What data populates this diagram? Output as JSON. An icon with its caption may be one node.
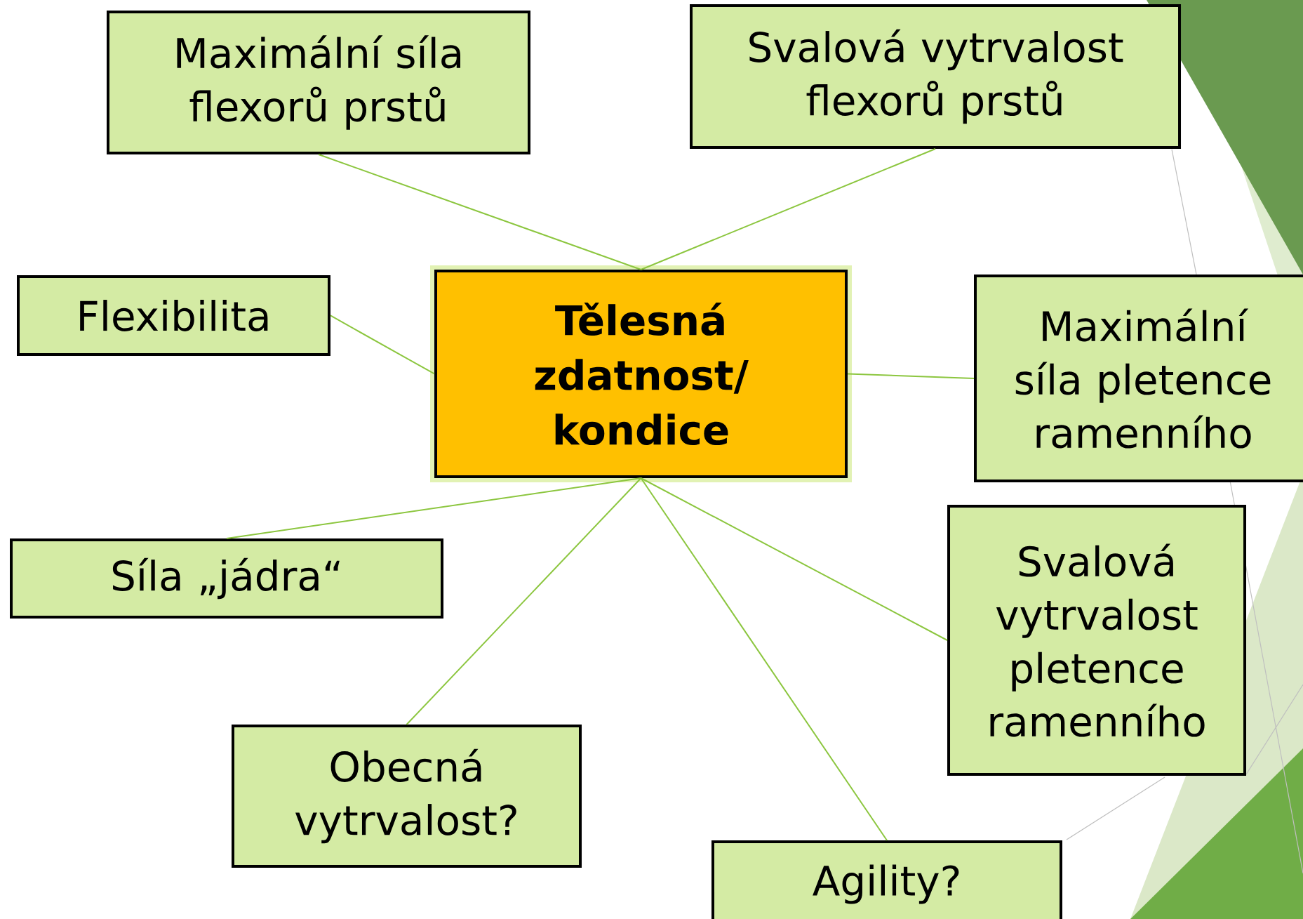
{
  "diagram": {
    "nodes": [
      {
        "text": [
          "Tělesná zdatnost/ kondice"
        ]
      },
      {
        "text": [
          "Maximální síla flexorů prstů"
        ]
      },
      {
        "text": [
          "Svalová vytrvalost flexorů prstů"
        ]
      },
      {
        "text": [
          "Flexibilita"
        ]
      },
      {
        "text": [
          "Maximální síla pletence ramenního"
        ]
      },
      {
        "text": [
          "Síla „jádra“"
        ]
      },
      {
        "text": [
          "Svalová vytrvalost pletence ramenního"
        ]
      },
      {
        "text": [
          "Obecná vytrvalost?"
        ]
      },
      {
        "text": [
          "Agility?"
        ]
      }
    ],
    "edges": [
      {
        "from": 0,
        "to": 1,
        "arrow": "none"
      },
      {
        "from": 0,
        "to": 2,
        "arrow": "none"
      },
      {
        "from": 0,
        "to": 3,
        "arrow": "none"
      },
      {
        "from": 0,
        "to": 4,
        "arrow": "none"
      },
      {
        "from": 0,
        "to": 5,
        "arrow": "none"
      },
      {
        "from": 0,
        "to": 6,
        "arrow": "none"
      },
      {
        "from": 0,
        "to": 7,
        "arrow": "none"
      },
      {
        "from": 0,
        "to": 8,
        "arrow": "none"
      }
    ]
  }
}
